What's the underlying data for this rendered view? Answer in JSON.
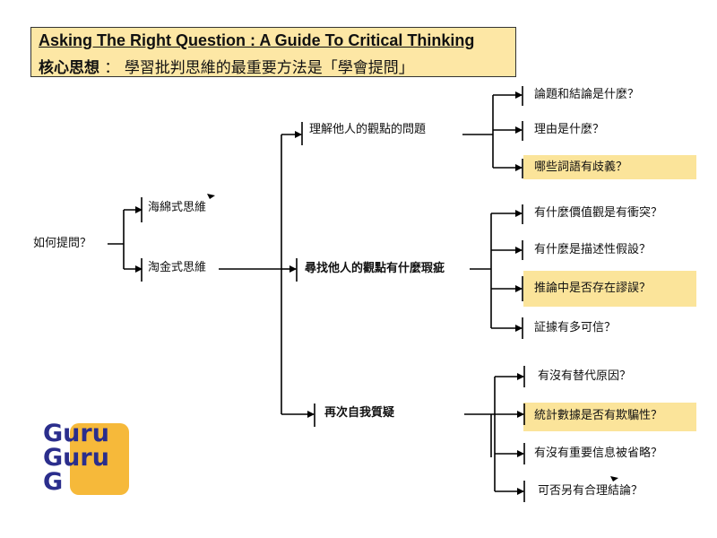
{
  "title": {
    "english": "Asking  The  Right Question : A Guide To Critical Thinking",
    "core_label": "核心思想",
    "colon": "：",
    "core_text": "學習批判思維的最重要方法是「學會提問」"
  },
  "root": "如何提問？",
  "level1": {
    "sponge": "海綿式思維",
    "panning": "淘金式思維"
  },
  "level2": {
    "understand": "理解他人的觀點的問題",
    "find_flaws": "尋找他人的觀點有什麼瑕疵",
    "question_again": "再次自我質疑"
  },
  "leaves": {
    "understand": [
      "論題和結論是什麼？",
      "理由是什麼？",
      "哪些詞語有歧義？"
    ],
    "find_flaws": [
      "有什麼價值觀是有衝突？",
      "有什麼是描述性假設？",
      "推論中是否存在謬誤？",
      "証據有多可信？"
    ],
    "question_again": [
      "有沒有替代原因？",
      "統計數據是否有欺騙性？",
      "有沒有重要信息被省略？",
      "可否另有合理結論？"
    ]
  },
  "highlight_color": "#fbe49a",
  "title_bg_color": "#fde7a5",
  "logo": {
    "lines": [
      "Guru",
      "Guru",
      "G"
    ],
    "text_color": "#2b2e8c",
    "box_color": "#f6b93a"
  }
}
